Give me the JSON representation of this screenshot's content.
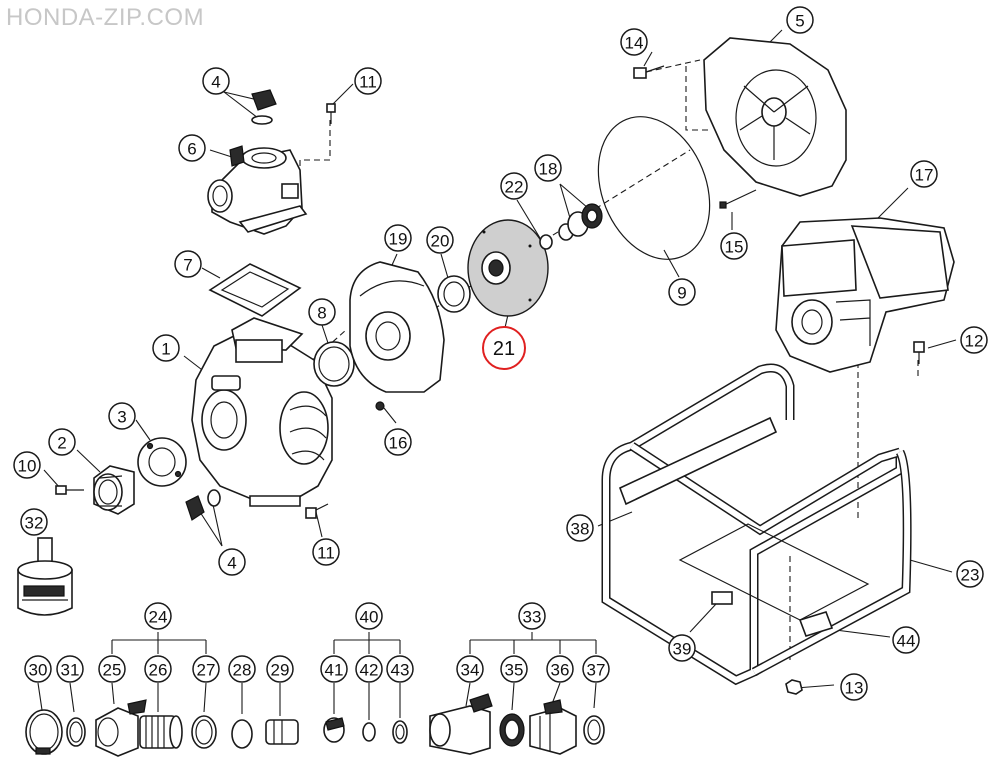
{
  "watermark": "HONDA-ZIP.COM",
  "highlight_color": "#e02020",
  "callouts": [
    {
      "id": "c4a",
      "label": "4"
    },
    {
      "id": "c11a",
      "label": "11"
    },
    {
      "id": "c6",
      "label": "6"
    },
    {
      "id": "c7",
      "label": "7"
    },
    {
      "id": "c1",
      "label": "1"
    },
    {
      "id": "c8",
      "label": "8"
    },
    {
      "id": "c3",
      "label": "3"
    },
    {
      "id": "c2",
      "label": "2"
    },
    {
      "id": "c10",
      "label": "10"
    },
    {
      "id": "c32",
      "label": "32"
    },
    {
      "id": "c4b",
      "label": "4"
    },
    {
      "id": "c11b",
      "label": "11"
    },
    {
      "id": "c19",
      "label": "19"
    },
    {
      "id": "c20",
      "label": "20"
    },
    {
      "id": "c21",
      "label": "21"
    },
    {
      "id": "c22",
      "label": "22"
    },
    {
      "id": "c18",
      "label": "18"
    },
    {
      "id": "c16",
      "label": "16"
    },
    {
      "id": "c14",
      "label": "14"
    },
    {
      "id": "c5",
      "label": "5"
    },
    {
      "id": "c9",
      "label": "9"
    },
    {
      "id": "c15",
      "label": "15"
    },
    {
      "id": "c17",
      "label": "17"
    },
    {
      "id": "c12",
      "label": "12"
    },
    {
      "id": "c38",
      "label": "38"
    },
    {
      "id": "c23",
      "label": "23"
    },
    {
      "id": "c39",
      "label": "39"
    },
    {
      "id": "c44",
      "label": "44"
    },
    {
      "id": "c13",
      "label": "13"
    },
    {
      "id": "c24",
      "label": "24"
    },
    {
      "id": "c40",
      "label": "40"
    },
    {
      "id": "c33",
      "label": "33"
    },
    {
      "id": "c30",
      "label": "30"
    },
    {
      "id": "c31",
      "label": "31"
    },
    {
      "id": "c25",
      "label": "25"
    },
    {
      "id": "c26",
      "label": "26"
    },
    {
      "id": "c27",
      "label": "27"
    },
    {
      "id": "c28",
      "label": "28"
    },
    {
      "id": "c29",
      "label": "29"
    },
    {
      "id": "c41",
      "label": "41"
    },
    {
      "id": "c42",
      "label": "42"
    },
    {
      "id": "c43",
      "label": "43"
    },
    {
      "id": "c34",
      "label": "34"
    },
    {
      "id": "c35",
      "label": "35"
    },
    {
      "id": "c36",
      "label": "36"
    },
    {
      "id": "c37",
      "label": "37"
    }
  ],
  "highlighted_part": "21"
}
